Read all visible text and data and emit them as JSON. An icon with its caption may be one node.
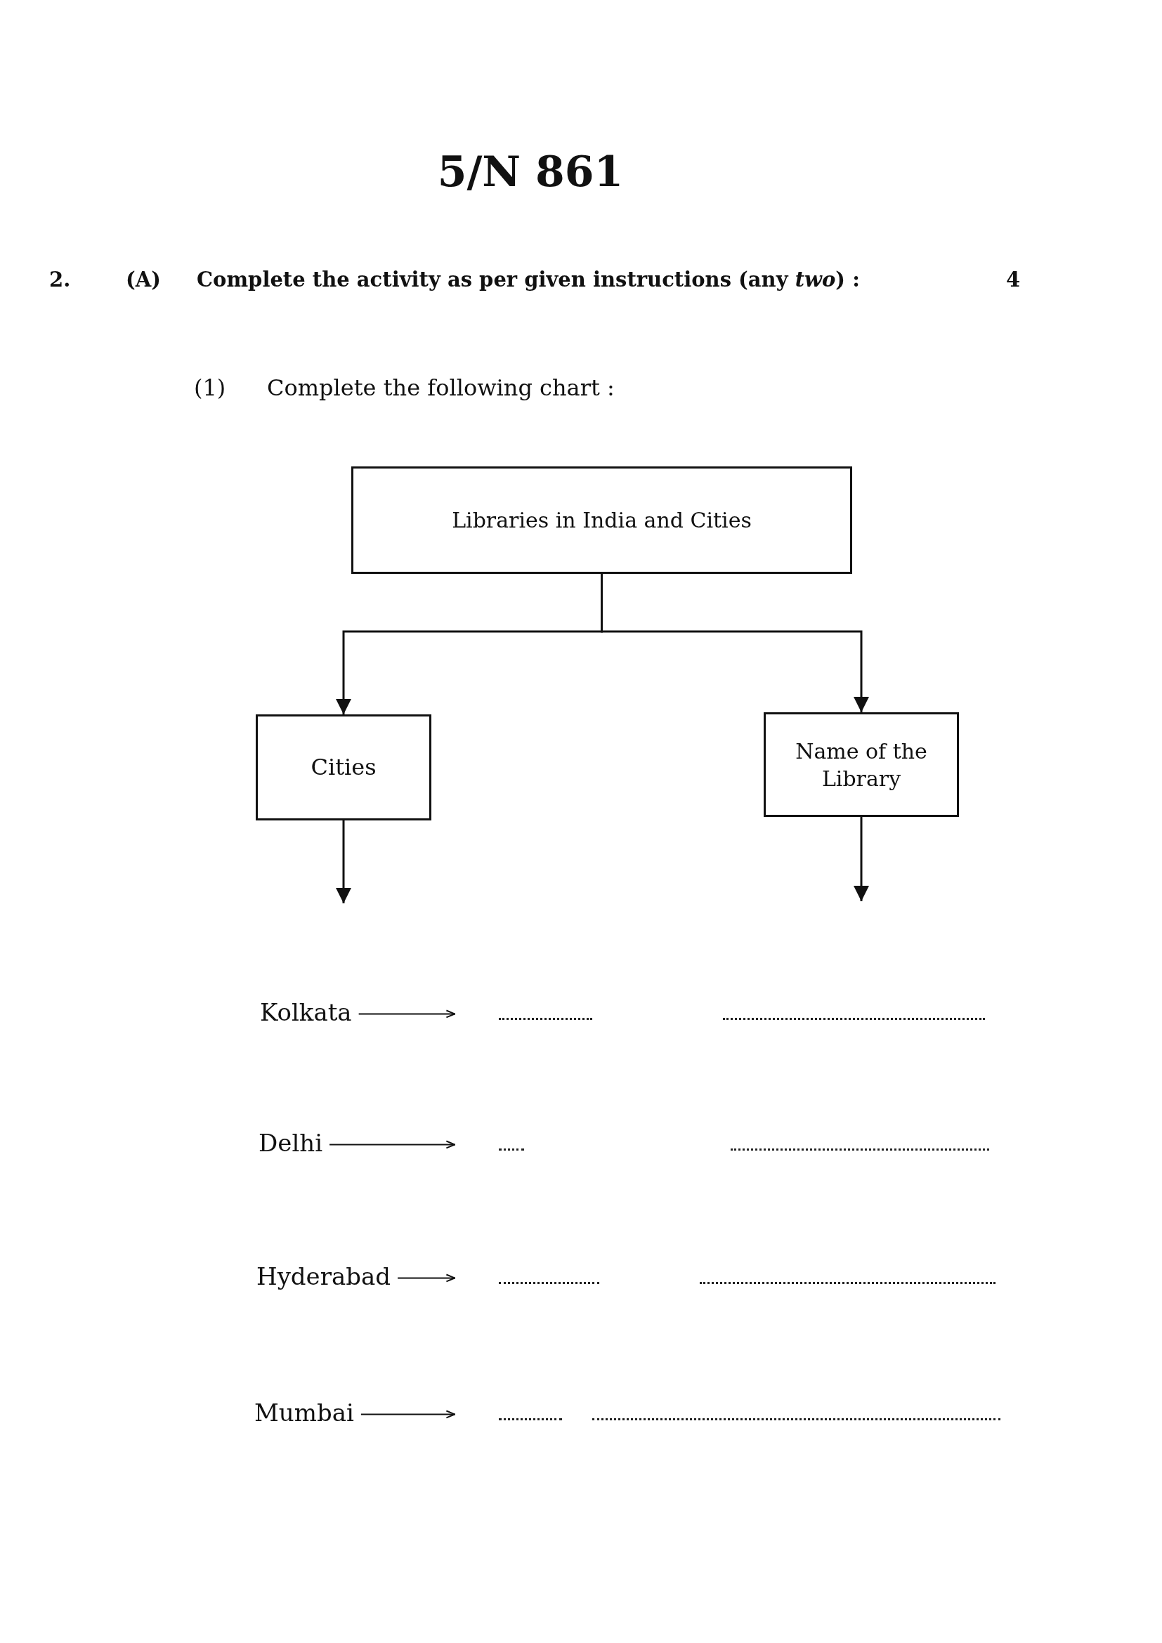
{
  "diagram": {
    "title": "5/N 861",
    "nodes": [
      {
        "text": [
          "Libraries in India and Cities"
        ]
      },
      {
        "text": [
          "Cities"
        ]
      },
      {
        "text": [
          "Name of the Library"
        ]
      },
      {
        "text": [
          "Kolkata"
        ]
      },
      {
        "text": [
          "Delhi"
        ]
      },
      {
        "text": [
          "Hyderabad"
        ]
      },
      {
        "text": [
          "Mumbai"
        ]
      }
    ],
    "edges": [
      {
        "from": 0,
        "to": 1,
        "arrow": "to"
      },
      {
        "from": 0,
        "to": 2,
        "arrow": "to"
      },
      {
        "from": 1,
        "to": null,
        "arrow": "to"
      },
      {
        "from": 2,
        "to": null,
        "arrow": "to"
      },
      {
        "from": 3,
        "to": null,
        "arrow": "to"
      },
      {
        "from": 4,
        "to": null,
        "arrow": "to"
      },
      {
        "from": 5,
        "to": null,
        "arrow": "to"
      },
      {
        "from": 6,
        "to": null,
        "arrow": "to"
      }
    ],
    "labels": [
      "2.",
      "(A)",
      "Complete the activity as per given instructions (any *two*) :",
      "4",
      "(1)",
      "Complete the following chart :"
    ]
  }
}
